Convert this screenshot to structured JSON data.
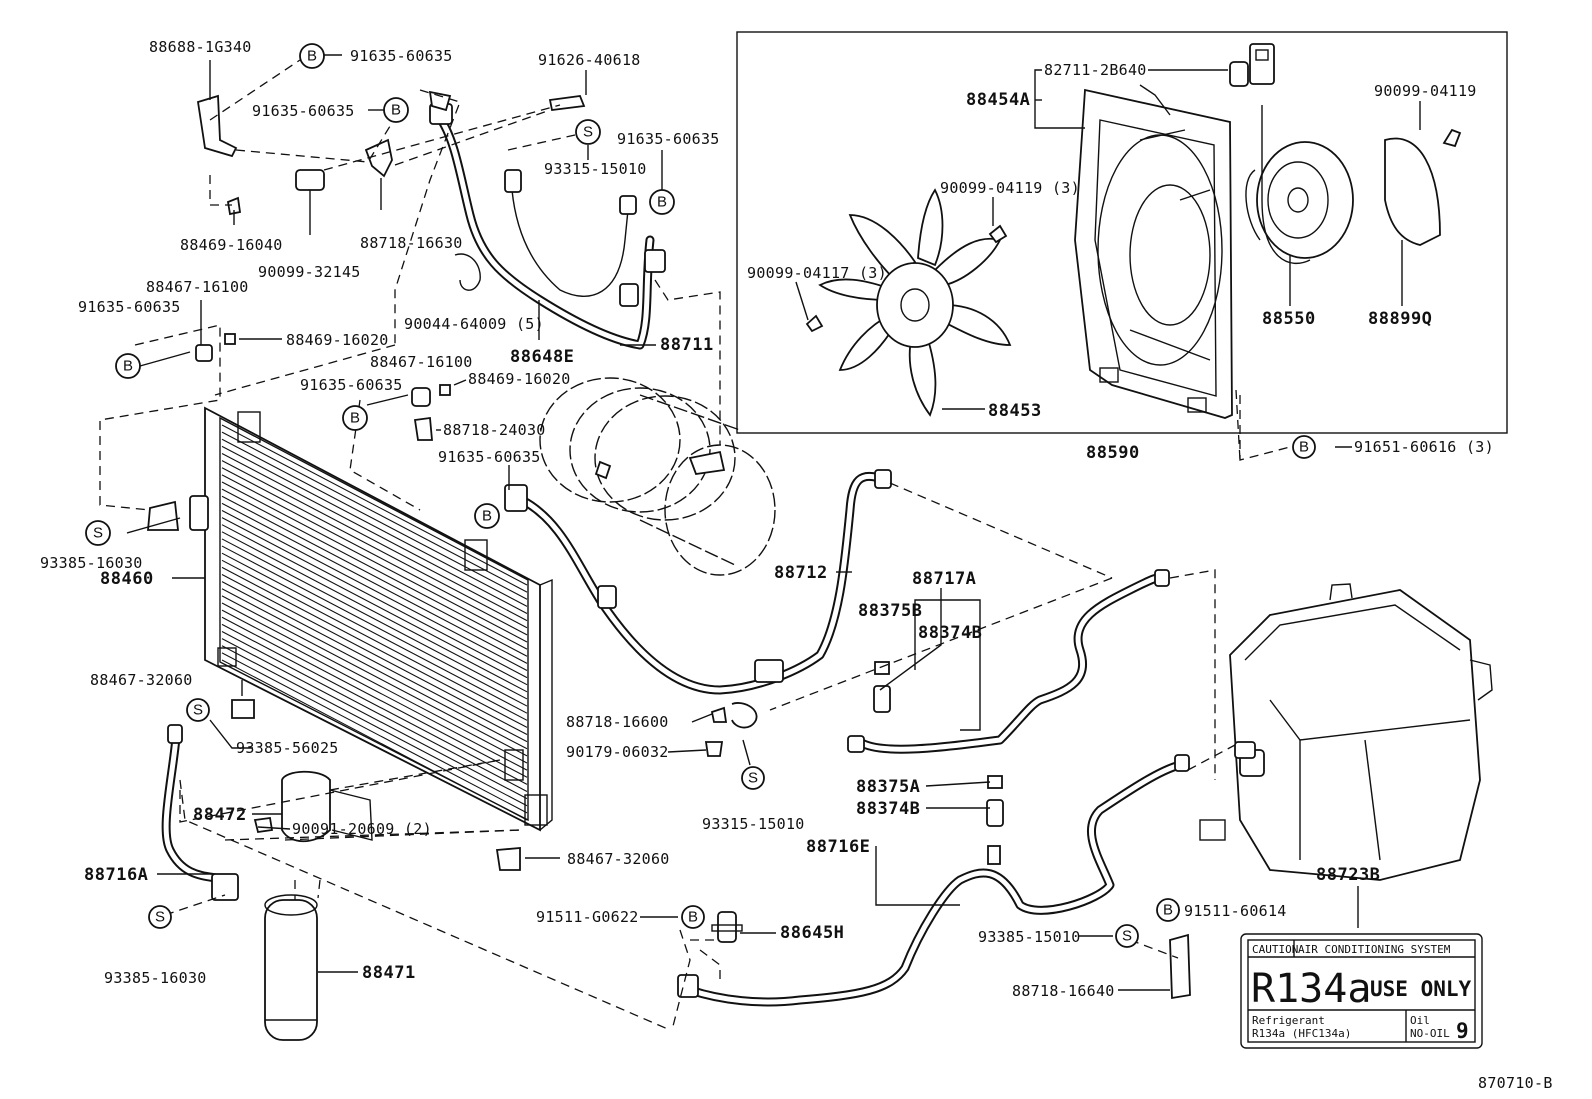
{
  "diagram_id": "870710-B",
  "markers": {
    "bolt": "B",
    "screw": "S"
  },
  "labels": {
    "p88688": "88688-1G340",
    "p91635a": "91635-60635",
    "p91635b": "91635-60635",
    "p91626": "91626-40618",
    "p91635c": "91635-60635",
    "p93315a": "93315-15010",
    "p88469a": "88469-16040",
    "p90099a": "90099-32145",
    "p88718a": "88718-16630",
    "p88467a": "88467-16100",
    "p91635d": "91635-60635",
    "p88469b": "88469-16020",
    "p90044": "90044-64009 (5)",
    "p88648": "88648E",
    "p88711": "88711",
    "p88467b": "88467-16100",
    "p91635e": "91635-60635",
    "p88469c": "88469-16020",
    "p88718b": "88718-24030",
    "p91635f": "91635-60635",
    "p93385a": "93385-16030",
    "p88460": "88460",
    "p88712": "88712",
    "p88717": "88717A",
    "p88375b": "88375B",
    "p88374b1": "88374B",
    "p88467c": "88467-32060",
    "p93385b": "93385-56025",
    "p88718c": "88718-16600",
    "p90179": "90179-06032",
    "p88472": "88472",
    "p90091": "90091-20609 (2)",
    "p93315b": "93315-15010",
    "p88375a": "88375A",
    "p88374b2": "88374B",
    "p88716e": "88716E",
    "p88467d": "88467-32060",
    "p88716a": "88716A",
    "p91511a": "91511-G0622",
    "p88645": "88645H",
    "p93385c": "93385-16030",
    "p88471": "88471",
    "p93385d": "93385-15010",
    "p91511b": "91511-60614",
    "p88718d": "88718-16640",
    "p88723": "88723B",
    "p82711": "82711-2B640",
    "p88454": "88454A",
    "p90099b": "90099-04119",
    "p90099c": "90099-04119 (3)",
    "p90099d": "90099-04117 (3)",
    "p88550": "88550",
    "p88899": "88899Q",
    "p88453": "88453",
    "p88590": "88590",
    "p91651": "91651-60616 (3)"
  },
  "caution_label": {
    "caution": "CAUTION",
    "system": "AIR CONDITIONING SYSTEM",
    "refrigerant": "R134a",
    "use_only": "USE ONLY",
    "ref_word": "Refrigerant",
    "ref_type": "R134a (HFC134a)",
    "oil": "Oil",
    "no_oil": "NO-OIL",
    "nine": "9"
  }
}
